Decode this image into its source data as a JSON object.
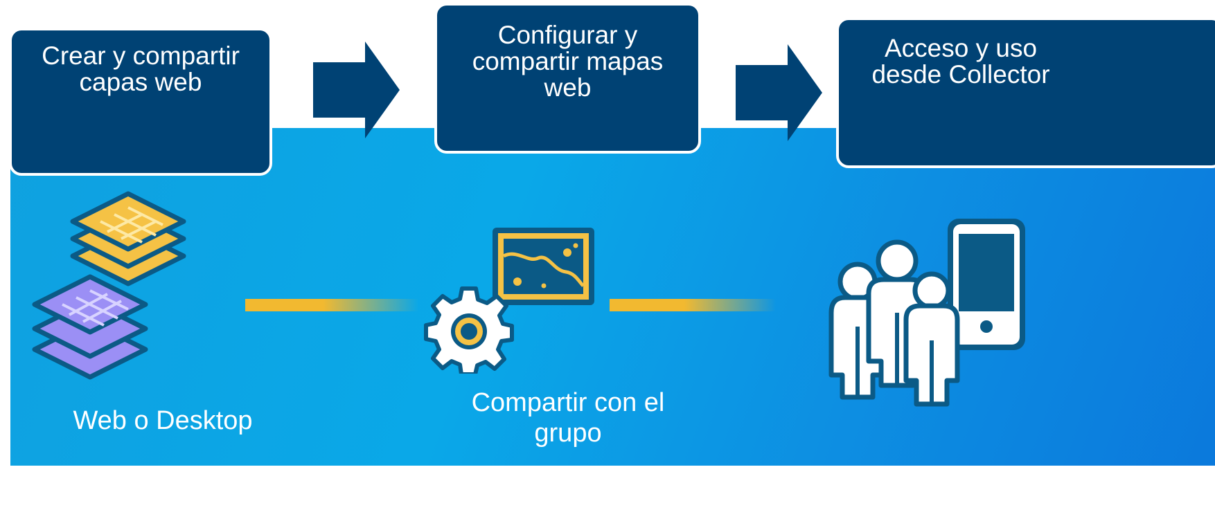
{
  "steps": [
    {
      "label": "Crear y compartir capas web"
    },
    {
      "label": "Configurar y compartir mapas web"
    },
    {
      "label": "Acceso y uso desde Collector"
    }
  ],
  "captions": {
    "step1": "Web o Desktop",
    "step2": "Compartir con el grupo"
  },
  "icons": {
    "step1": "web-layers-icon",
    "step2_map": "web-map-icon",
    "step2_gear": "gear-icon",
    "step3": "mobile-users-icon"
  },
  "colors": {
    "box_fill": "#004274",
    "panel_gradient_start": "#0fa1e0",
    "panel_gradient_end": "#0b79dc",
    "connector": "#f2b930",
    "layer_yellow": "#f5c245",
    "layer_purple": "#9b8ff5"
  }
}
